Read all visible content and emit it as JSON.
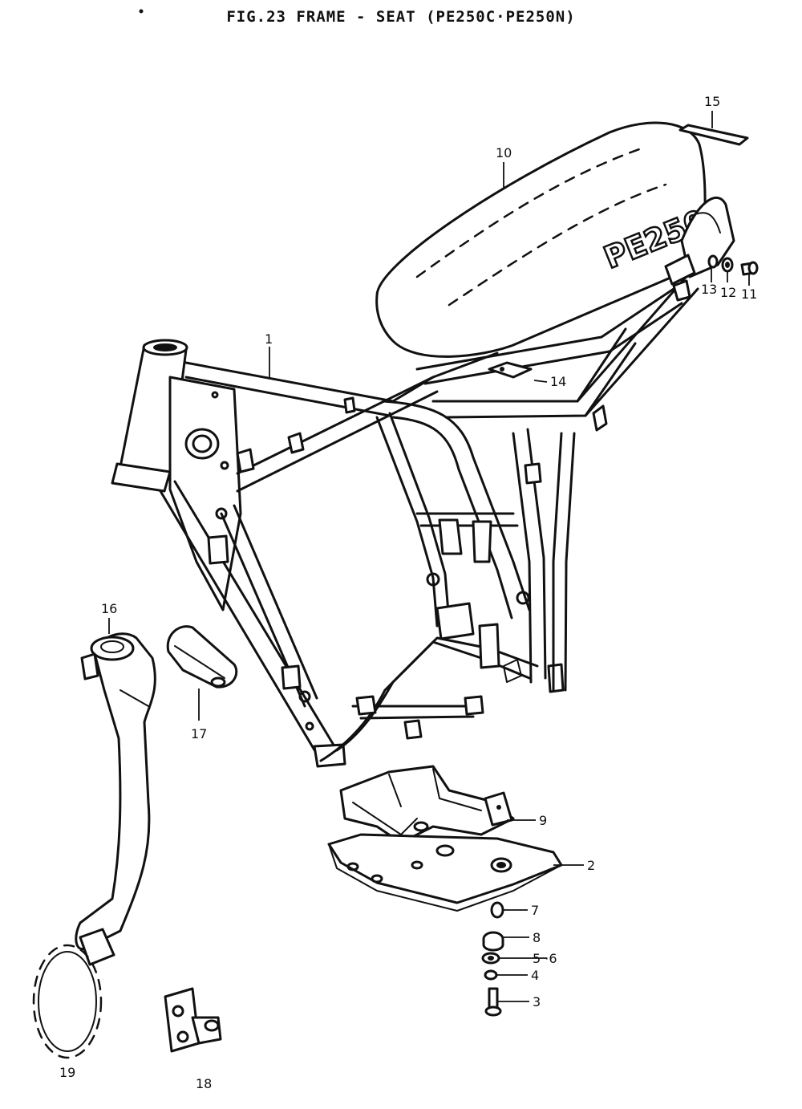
{
  "title": "FIG.23  FRAME - SEAT  (PE250C·PE250N)",
  "seat_logo": "PE250",
  "callouts": [
    {
      "id": "1",
      "label": "1"
    },
    {
      "id": "2",
      "label": "2"
    },
    {
      "id": "3",
      "label": "3"
    },
    {
      "id": "4",
      "label": "4"
    },
    {
      "id": "5-6",
      "label": "5 ·6"
    },
    {
      "id": "7",
      "label": "7"
    },
    {
      "id": "8",
      "label": "8"
    },
    {
      "id": "9",
      "label": "9"
    },
    {
      "id": "10",
      "label": "10"
    },
    {
      "id": "11",
      "label": "11"
    },
    {
      "id": "12",
      "label": "12"
    },
    {
      "id": "13",
      "label": "13"
    },
    {
      "id": "14",
      "label": "14"
    },
    {
      "id": "15",
      "label": "15"
    },
    {
      "id": "16",
      "label": "16"
    },
    {
      "id": "17",
      "label": "17"
    },
    {
      "id": "18",
      "label": "18"
    },
    {
      "id": "19",
      "label": "19"
    }
  ]
}
